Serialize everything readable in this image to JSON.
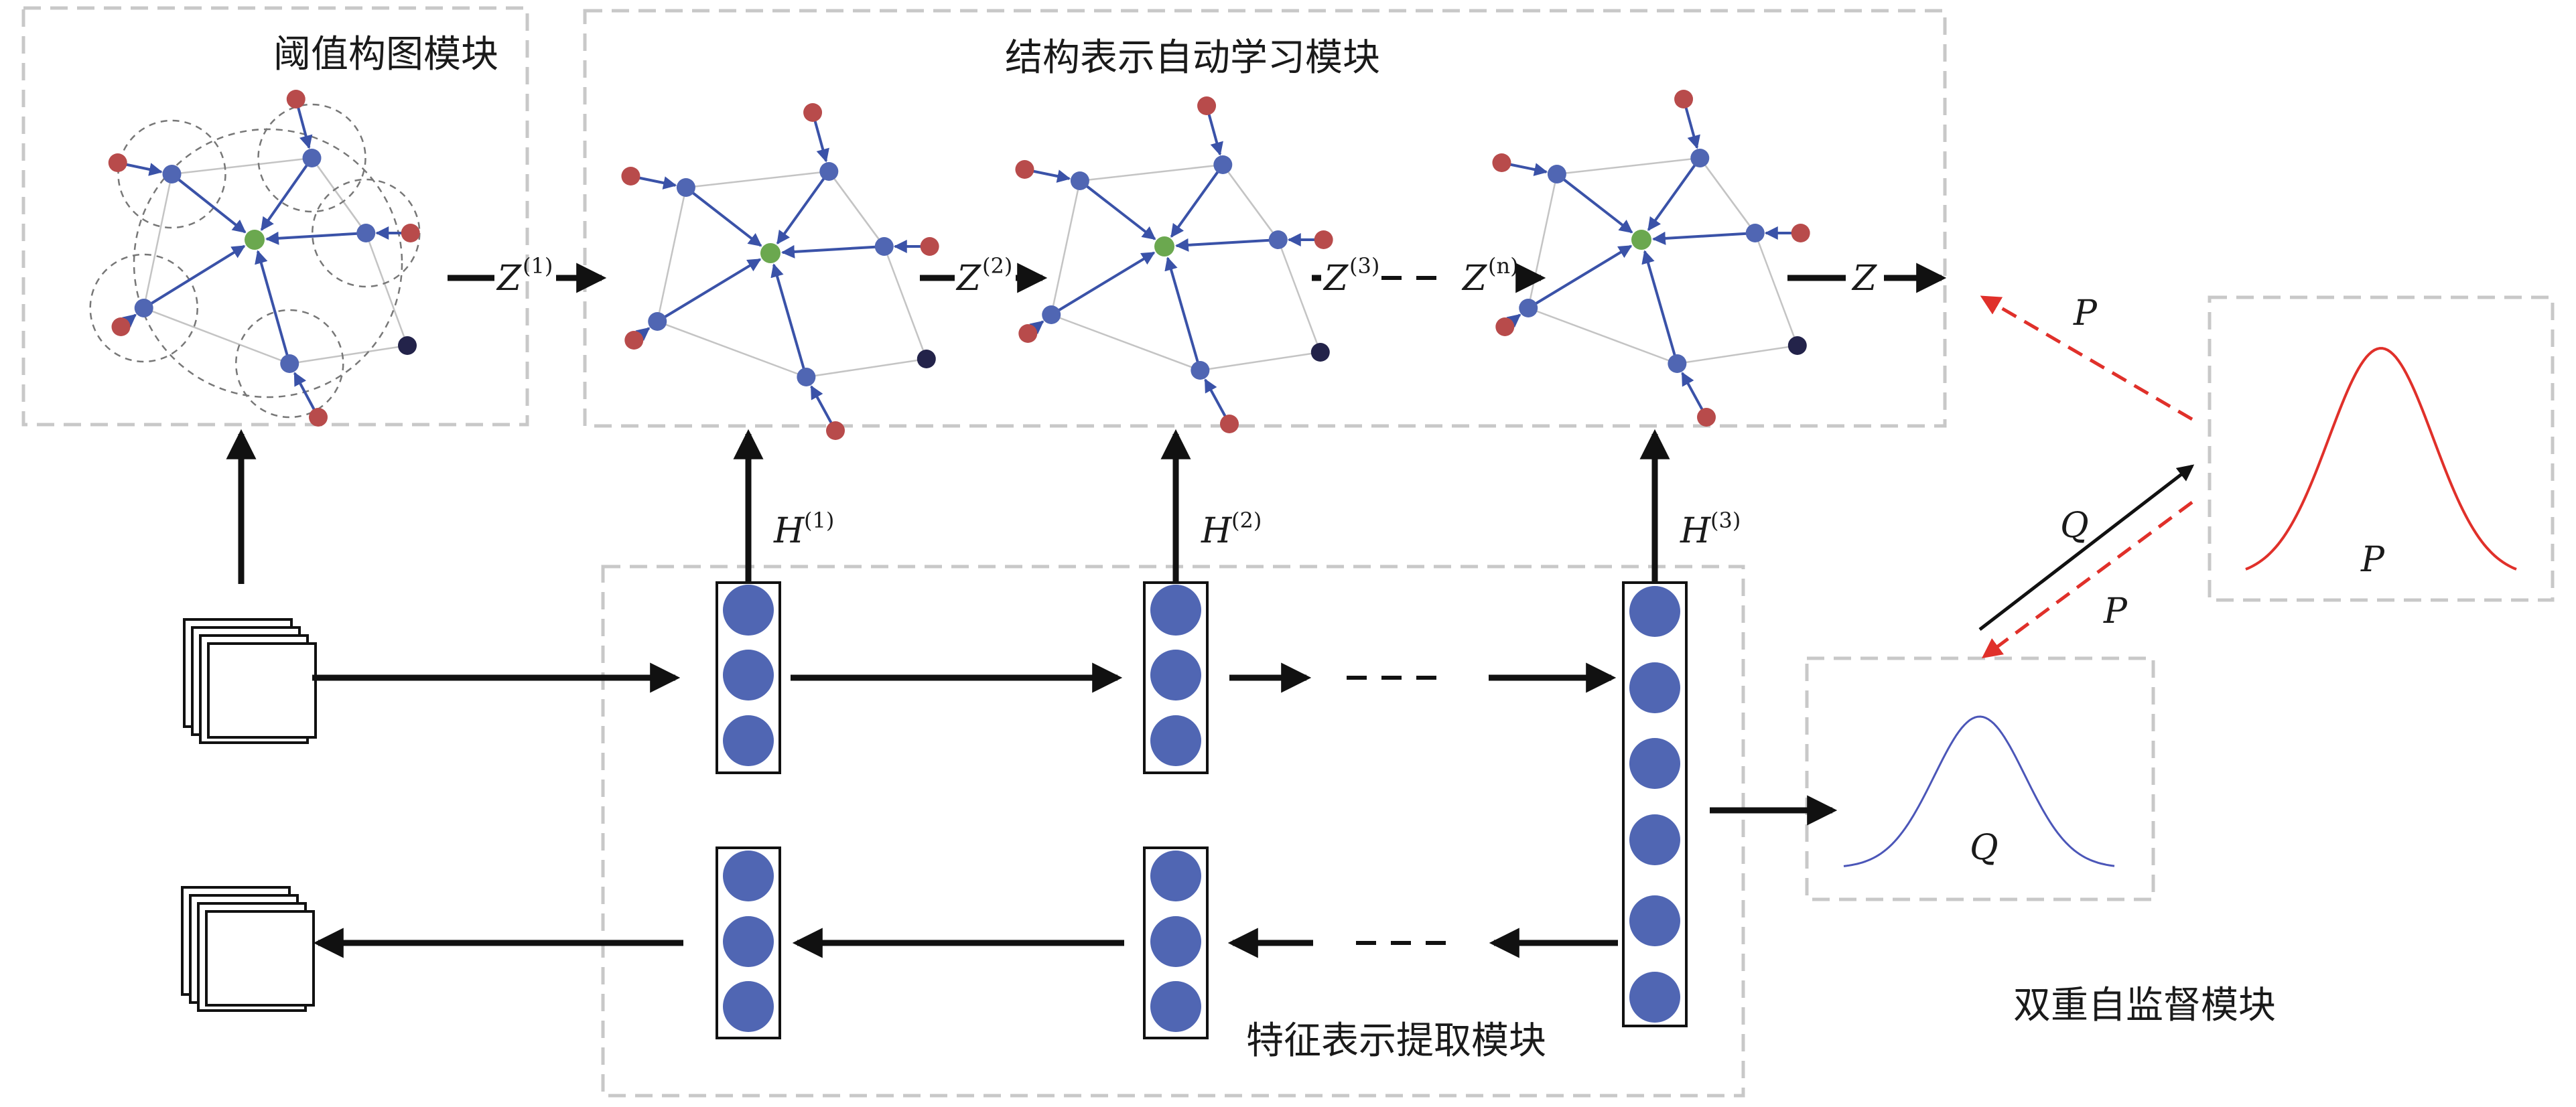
{
  "modules": {
    "threshold_graph": "阈值构图模块",
    "structure_learning": "结构表示自动学习模块",
    "feature_extraction": "特征表示提取模块",
    "dual_supervision": "双重自监督模块"
  },
  "symbols": {
    "z_base": "Z",
    "z1_sup": "(1)",
    "z2_sup": "(2)",
    "z3_sup": "(3)",
    "zn_sup": "(n)",
    "z_final": "Z",
    "h_base": "H",
    "h1_sup": "(1)",
    "h2_sup": "(2)",
    "h3_sup": "(3)",
    "p": "P",
    "q": "Q"
  },
  "colors": {
    "hub_node": "#6ba84f",
    "inner_node": "#5066b3",
    "outer_node": "#b84b4b",
    "dark_node": "#23234a",
    "neuron": "#5066b3",
    "p_curve": "#e0302a",
    "q_curve": "#4b56b8"
  }
}
